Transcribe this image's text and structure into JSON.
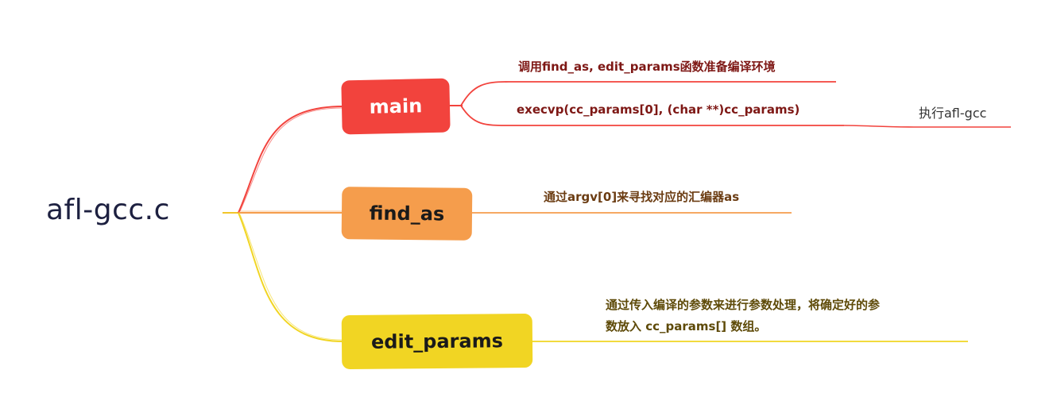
{
  "root": {
    "title": "afl-gcc.c"
  },
  "nodes": {
    "main": {
      "label": "main",
      "color": "#f2433d"
    },
    "find_as": {
      "label": "find_as",
      "color": "#f59d4c"
    },
    "edit_params": {
      "label": "edit_params",
      "color": "#f1d523"
    }
  },
  "leaves": {
    "main_setup": "调用find_as, edit_params函数准备编译环境",
    "main_exec": "execvp(cc_params[0], (char **)cc_params)",
    "main_exec_note": "执行afl-gcc",
    "find_as_desc": "通过argv[0]来寻找对应的汇编器as",
    "edit_params_desc_line1": "通过传入编译的参数来进行参数处理，将确定好的参",
    "edit_params_desc_line2": "数放入 cc_params[] 数组。"
  }
}
